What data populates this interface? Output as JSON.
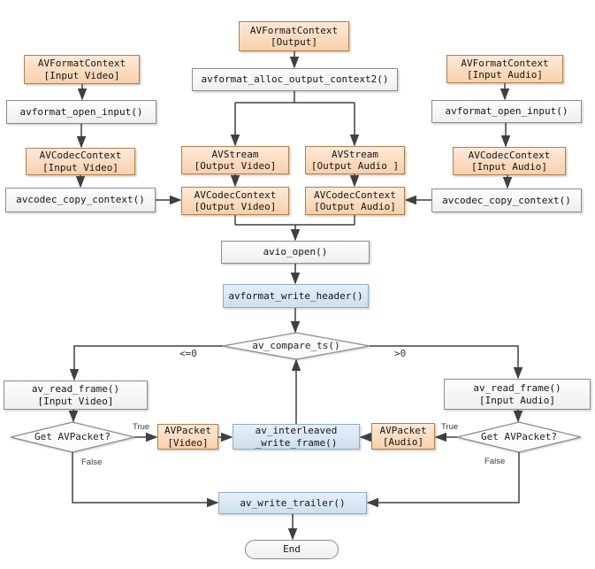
{
  "nodes": {
    "fmt_ctx_output": {
      "line1": "AVFormatContext",
      "line2": "[Output]"
    },
    "alloc_output": {
      "label": "avformat_alloc_output_context2()"
    },
    "fmt_ctx_input_video": {
      "line1": "AVFormatContext",
      "line2": "[Input Video]"
    },
    "open_input_video": {
      "label": "avformat_open_input()"
    },
    "codec_ctx_input_video": {
      "line1": "AVCodecContext",
      "line2": "[Input Video]"
    },
    "copy_context_video": {
      "label": "avcodec_copy_context()"
    },
    "fmt_ctx_input_audio": {
      "line1": "AVFormatContext",
      "line2": "[Input Audio]"
    },
    "open_input_audio": {
      "label": "avformat_open_input()"
    },
    "codec_ctx_input_audio": {
      "line1": "AVCodecContext",
      "line2": "[Input Audio]"
    },
    "copy_context_audio": {
      "label": "avcodec_copy_context()"
    },
    "stream_video": {
      "line1": "AVStream",
      "line2": "[Output Video]"
    },
    "stream_audio": {
      "line1": "AVStream",
      "line2": "[Output Audio ]"
    },
    "codec_ctx_output_video": {
      "line1": "AVCodecContext",
      "line2": "[Output Video]"
    },
    "codec_ctx_output_audio": {
      "line1": "AVCodecContext",
      "line2": "[Output Audio]"
    },
    "avio_open": {
      "label": "avio_open()"
    },
    "write_header": {
      "label": "avformat_write_header()"
    },
    "compare_ts": {
      "label": "av_compare_ts()"
    },
    "read_frame_video": {
      "line1": "av_read_frame()",
      "line2": "[Input Video]"
    },
    "get_packet_video": {
      "label": "Get AVPacket?"
    },
    "packet_video": {
      "line1": "AVPacket",
      "line2": "[Video]"
    },
    "interleaved_write_frame": {
      "line1": "av_interleaved",
      "line2": "_write_frame()"
    },
    "packet_audio": {
      "line1": "AVPacket",
      "line2": "[Audio]"
    },
    "get_packet_audio": {
      "label": "Get AVPacket?"
    },
    "read_frame_audio": {
      "line1": "av_read_frame()",
      "line2": "[Input Audio]"
    },
    "write_trailer": {
      "label": "av_write_trailer()"
    },
    "end": {
      "label": "End"
    }
  },
  "edge_labels": {
    "le0": "<=0",
    "gt0": ">0",
    "true_video": "True",
    "false_video": "False",
    "true_audio": "True",
    "false_audio": "False"
  },
  "colors": {
    "data_box_fill": "#f8d0ab",
    "data_box_border": "#b0804f",
    "process_box_fill": "#f5f5f5",
    "process_box_border": "#8c8c8c",
    "io_box_fill": "#d9e6f2",
    "io_box_border": "#90adc6",
    "diamond_fill": "#fbfbfb",
    "connector": "#404040",
    "background": "#ffffff"
  }
}
